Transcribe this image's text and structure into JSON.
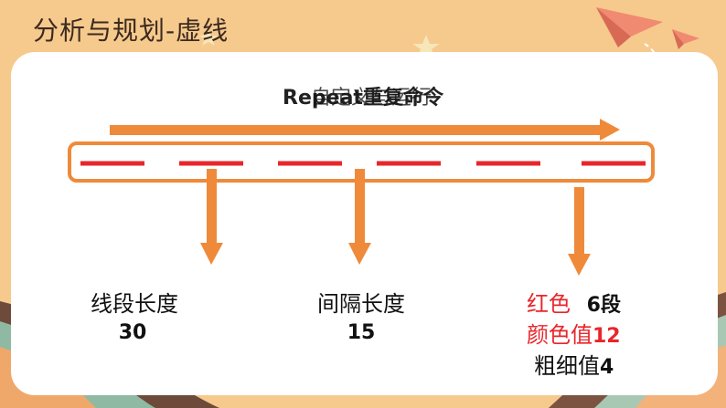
{
  "page": {
    "title": "分析与规划-虚线"
  },
  "diagram": {
    "heading_main": "Repeat重复命令",
    "heading_overlay": "自定义与运行",
    "segment_label": "线段长度",
    "segment_value": "30",
    "gap_label": "间隔长度",
    "gap_value": "15",
    "color_label": "红色",
    "count_value": "6段",
    "color_value_label": "颜色值",
    "color_value": "12",
    "width_label": "粗细值",
    "width_value": "4"
  },
  "colors": {
    "accent_orange": "#ef8a3a",
    "dash_red": "#e8262b",
    "background": "#f6c98d"
  },
  "icons": [
    "paper-plane-icon",
    "star-icon",
    "dashed-trail-icon"
  ]
}
